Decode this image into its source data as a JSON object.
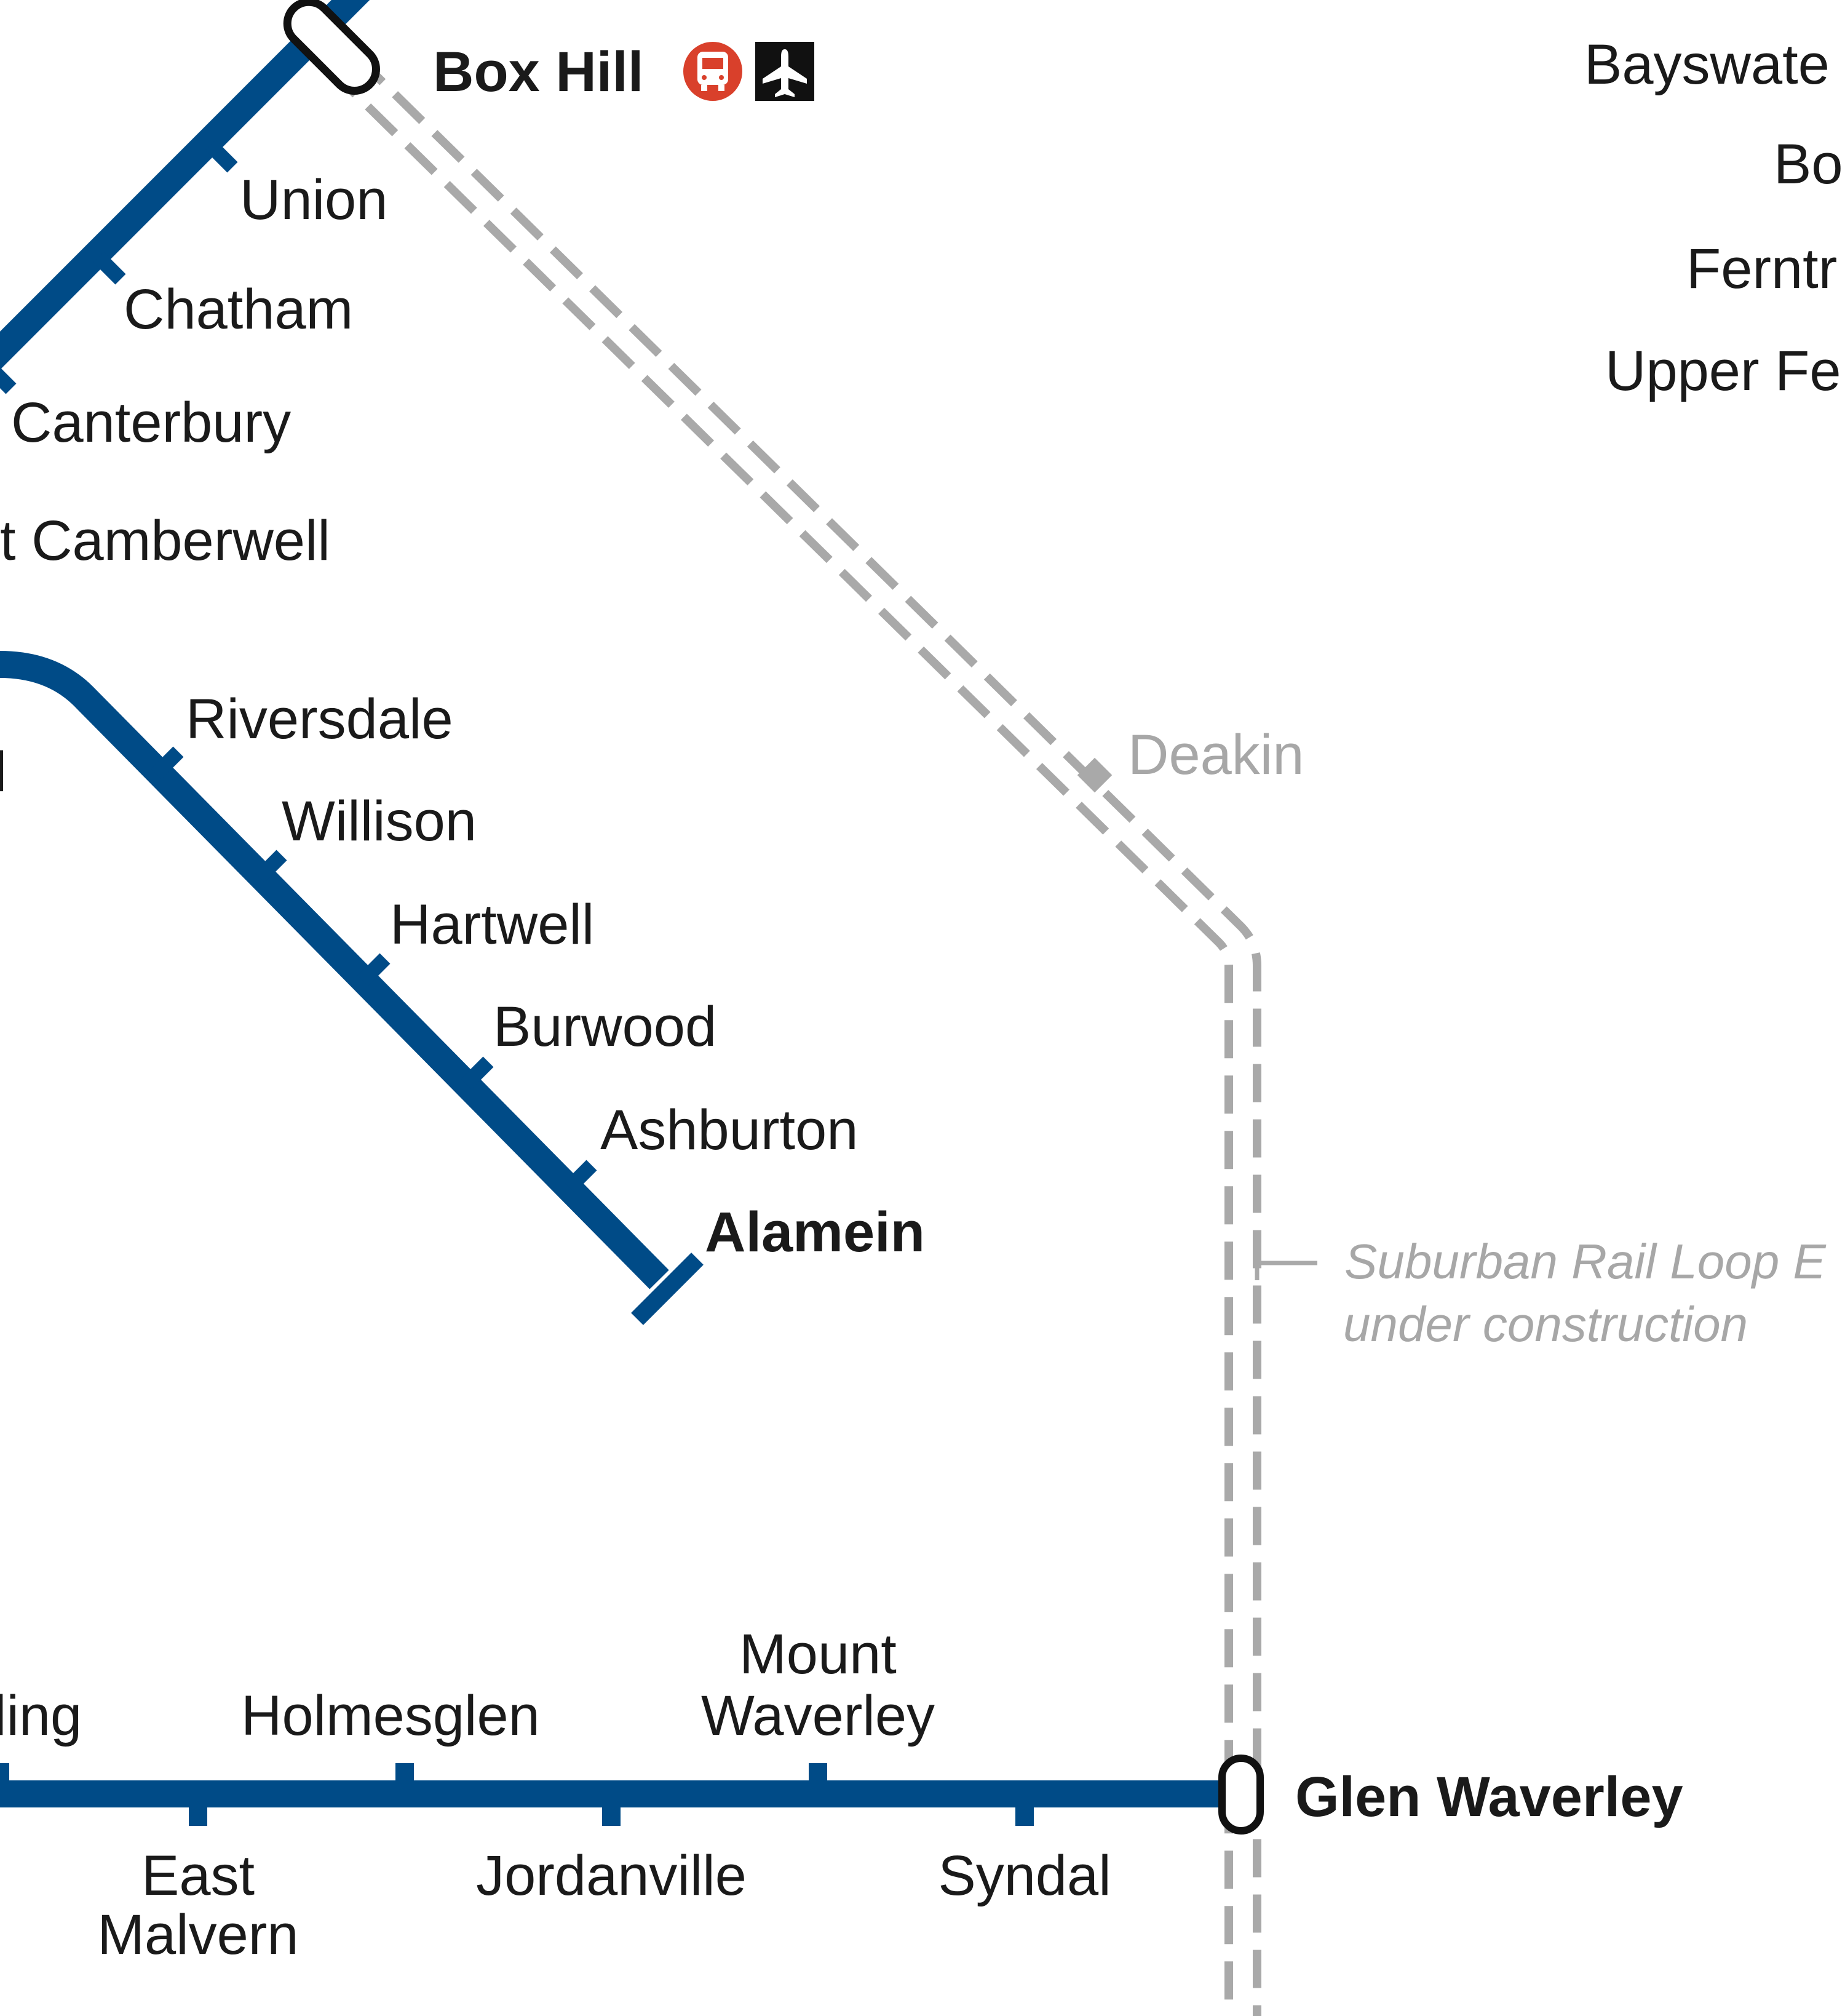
{
  "colors": {
    "line": "#004b87",
    "construction": "#a9a9a9",
    "bus_badge": "#d9402b",
    "airport_badge": "#111111",
    "text": "#1a1a1a",
    "muted_text": "#a7a7a7"
  },
  "icons": {
    "bus": "bus-icon",
    "airport": "airplane-icon"
  },
  "stations": {
    "box_hill": "Box Hill",
    "union": "Union",
    "chatham": "Chatham",
    "canterbury": "Canterbury",
    "east_camberwell_partial": "t Camberwell",
    "camberwell_partial": "l",
    "riversdale": "Riversdale",
    "willison": "Willison",
    "hartwell": "Hartwell",
    "burwood": "Burwood",
    "ashburton": "Ashburton",
    "alamein": "Alamein",
    "deakin": "Deakin",
    "kooyong_partial": "ling",
    "holmesglen": "Holmesglen",
    "mount_waverley_line1": "Mount",
    "mount_waverley_line2": "Waverley",
    "east_malvern_line1": "East",
    "east_malvern_line2": "Malvern",
    "jordanville": "Jordanville",
    "syndal": "Syndal",
    "glen_waverley": "Glen Waverley",
    "bayswater_partial": "Bayswate",
    "boronia_partial": "Bo",
    "ferntree_gully_partial": "Ferntr",
    "upper_ferntree_gully_partial": "Upper Fe"
  },
  "construction_note": {
    "line1": "Suburban Rail Loop E",
    "line2": "under construction"
  }
}
